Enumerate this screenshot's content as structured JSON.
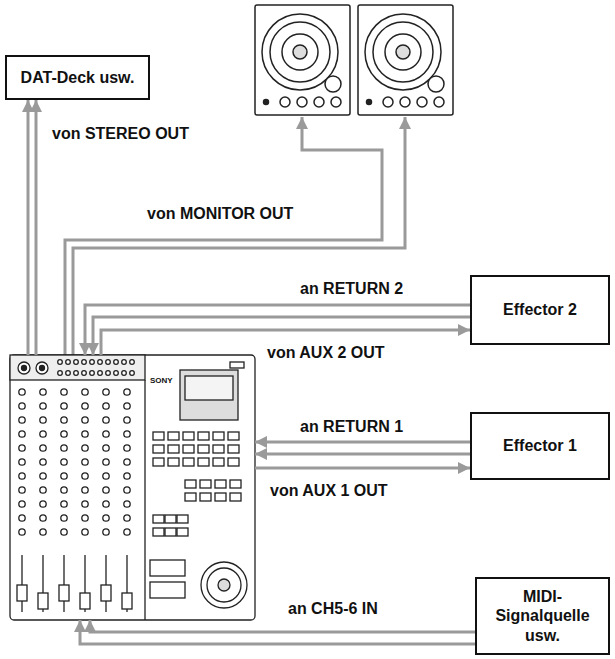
{
  "diagram": {
    "nodes": [
      {
        "text": [
          "DAT-Deck usw."
        ]
      },
      {
        "text": [
          "Effector 2"
        ]
      },
      {
        "text": [
          "Effector 1"
        ]
      },
      {
        "text": [
          "MIDI- Signalquelle usw."
        ]
      },
      {
        "text": [
          "SONY"
        ]
      }
    ],
    "edges": [
      {
        "from": 4,
        "to": 0,
        "label": "von STEREO OUT",
        "arrow": "to"
      },
      {
        "from": 1,
        "to": 4,
        "label": "an RETURN 2",
        "arrow": "to"
      },
      {
        "from": 4,
        "to": 1,
        "label": "von AUX 2 OUT",
        "arrow": "to"
      },
      {
        "from": 2,
        "to": 4,
        "label": "an RETURN 1",
        "arrow": "to"
      },
      {
        "from": 4,
        "to": 2,
        "label": "von AUX 1 OUT",
        "arrow": "to"
      },
      {
        "from": 3,
        "to": 4,
        "label": "an CH5-6 IN",
        "arrow": "to"
      }
    ],
    "labels": [
      "von MONITOR OUT"
    ]
  }
}
